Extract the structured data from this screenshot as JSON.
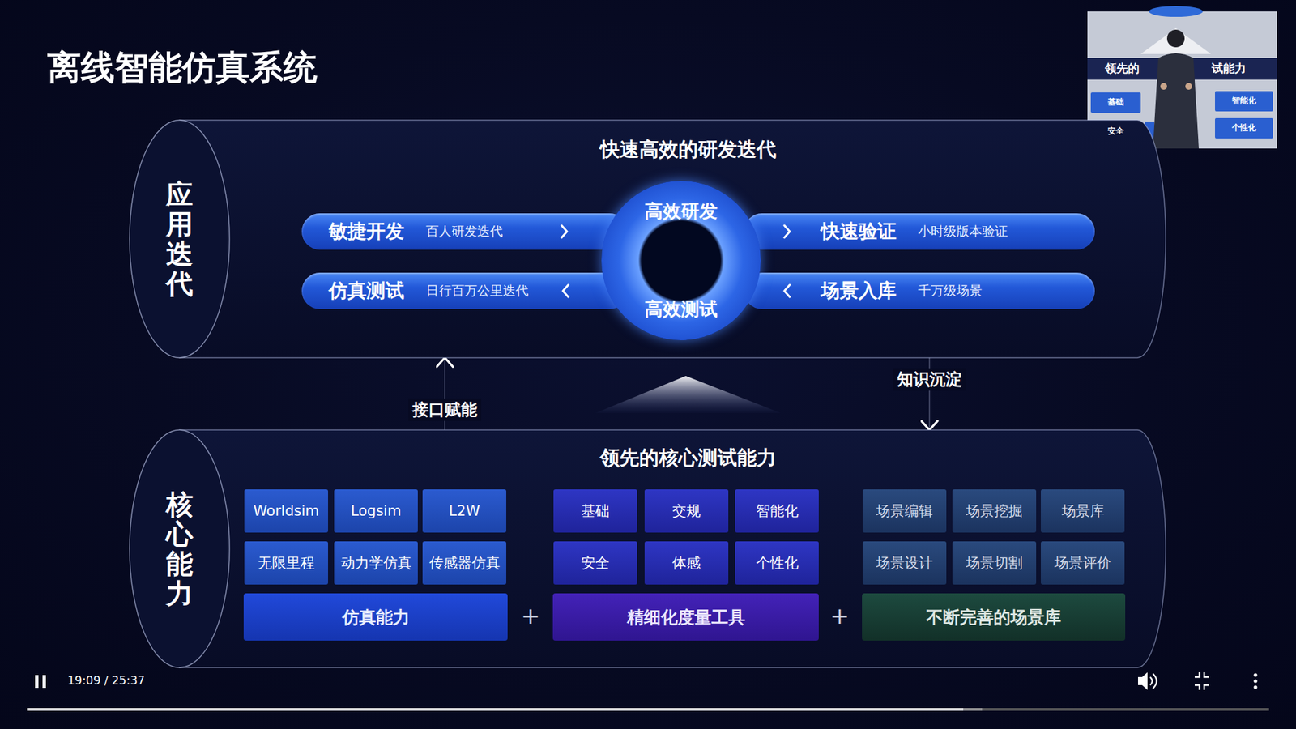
{
  "diagram": {
    "title": "离线智能仿真系统",
    "nodes": [
      {
        "text": [
          "应用迭代",
          "快速高效的研发迭代"
        ]
      },
      {
        "text": [
          "敏捷开发",
          "百人研发迭代"
        ],
        "in": 0
      },
      {
        "text": [
          "快速验证",
          "小时级版本验证"
        ],
        "in": 0
      },
      {
        "text": [
          "仿真测试",
          "日行百万公里迭代"
        ],
        "in": 0
      },
      {
        "text": [
          "场景入库",
          "千万级场景"
        ],
        "in": 0
      },
      {
        "text": [
          "高效研发",
          "高效测试"
        ],
        "in": 0
      },
      {
        "text": [
          "核心能力",
          "领先的核心测试能力"
        ]
      },
      {
        "text": [
          "Worldsim"
        ],
        "in": 6
      },
      {
        "text": [
          "Logsim"
        ],
        "in": 6
      },
      {
        "text": [
          "L2W"
        ],
        "in": 6
      },
      {
        "text": [
          "无限里程"
        ],
        "in": 6
      },
      {
        "text": [
          "动力学仿真"
        ],
        "in": 6
      },
      {
        "text": [
          "传感器仿真"
        ],
        "in": 6
      },
      {
        "text": [
          "仿真能力"
        ],
        "in": 6
      },
      {
        "text": [
          "基础"
        ],
        "in": 6
      },
      {
        "text": [
          "交规"
        ],
        "in": 6
      },
      {
        "text": [
          "智能化"
        ],
        "in": 6
      },
      {
        "text": [
          "安全"
        ],
        "in": 6
      },
      {
        "text": [
          "体感"
        ],
        "in": 6
      },
      {
        "text": [
          "个性化"
        ],
        "in": 6
      },
      {
        "text": [
          "精细化度量工具"
        ],
        "in": 6
      },
      {
        "text": [
          "场景编辑"
        ],
        "in": 6
      },
      {
        "text": [
          "场景挖掘"
        ],
        "in": 6
      },
      {
        "text": [
          "场景库"
        ],
        "in": 6
      },
      {
        "text": [
          "场景设计"
        ],
        "in": 6
      },
      {
        "text": [
          "场景切割"
        ],
        "in": 6
      },
      {
        "text": [
          "场景评价"
        ],
        "in": 6
      },
      {
        "text": [
          "不断完善的场景库"
        ],
        "in": 6
      }
    ],
    "edges": [
      {
        "from": 6,
        "to": 0,
        "arrow": "to",
        "label": "接口赋能"
      },
      {
        "from": 0,
        "to": 6,
        "arrow": "to",
        "label": "知识沉淀"
      }
    ],
    "labels": [
      "+",
      "+",
      "19:09 / 25:37",
      "领先的",
      "试能力",
      "基础",
      "智能化",
      "安全",
      "个性化"
    ]
  }
}
